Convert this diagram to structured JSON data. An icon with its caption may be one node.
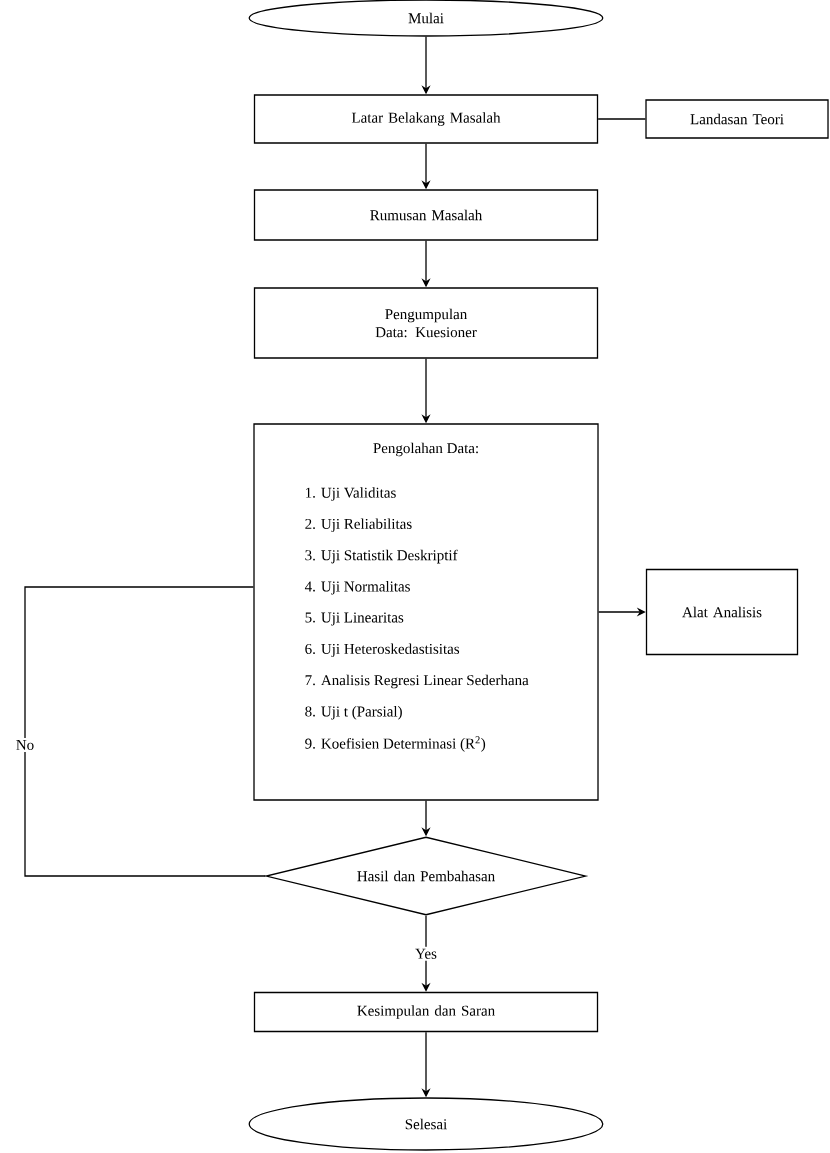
{
  "diagram": {
    "nodes": [
      {
        "text": [
          "Mulai"
        ]
      },
      {
        "text": [
          "Latar Belakang Masalah"
        ]
      },
      {
        "text": [
          "Landasan Teori"
        ]
      },
      {
        "text": [
          "Rumusan Masalah"
        ]
      },
      {
        "text": [
          "Pengumpulan Data: Kuesioner"
        ]
      },
      {
        "text": [
          "Pengolahan Data:",
          "1. Uji Validitas",
          "2. Uji Reliabilitas",
          "3. Uji Statistik Deskriptif",
          "4. Uji Normalitas",
          "5. Uji Linearitas",
          "6. Uji Heteroskedastisitas",
          "7. Analisis Regresi Linear Sederhana",
          "8. Uji t (Parsial)",
          "9. Koefisien Determinasi (R$^{2}$)"
        ]
      },
      {
        "text": [
          "Alat Analisis"
        ]
      },
      {
        "text": [
          "Hasil dan Pembahasan"
        ]
      },
      {
        "text": [
          "Kesimpulan dan Saran"
        ]
      },
      {
        "text": [
          "Selesai"
        ]
      }
    ],
    "edges": [
      {
        "from": 0,
        "to": 1,
        "arrow": "to"
      },
      {
        "from": 1,
        "to": 2,
        "arrow": "none"
      },
      {
        "from": 1,
        "to": 3,
        "arrow": "to"
      },
      {
        "from": 3,
        "to": 4,
        "arrow": "to"
      },
      {
        "from": 4,
        "to": 5,
        "arrow": "to"
      },
      {
        "from": 5,
        "to": 6,
        "arrow": "to"
      },
      {
        "from": 7,
        "to": 5,
        "arrow": "none",
        "label": "No"
      },
      {
        "from": 5,
        "to": 7,
        "arrow": "to"
      },
      {
        "from": 7,
        "to": 8,
        "arrow": "to",
        "label": "Yes"
      },
      {
        "from": 8,
        "to": 9,
        "arrow": "to"
      }
    ]
  }
}
